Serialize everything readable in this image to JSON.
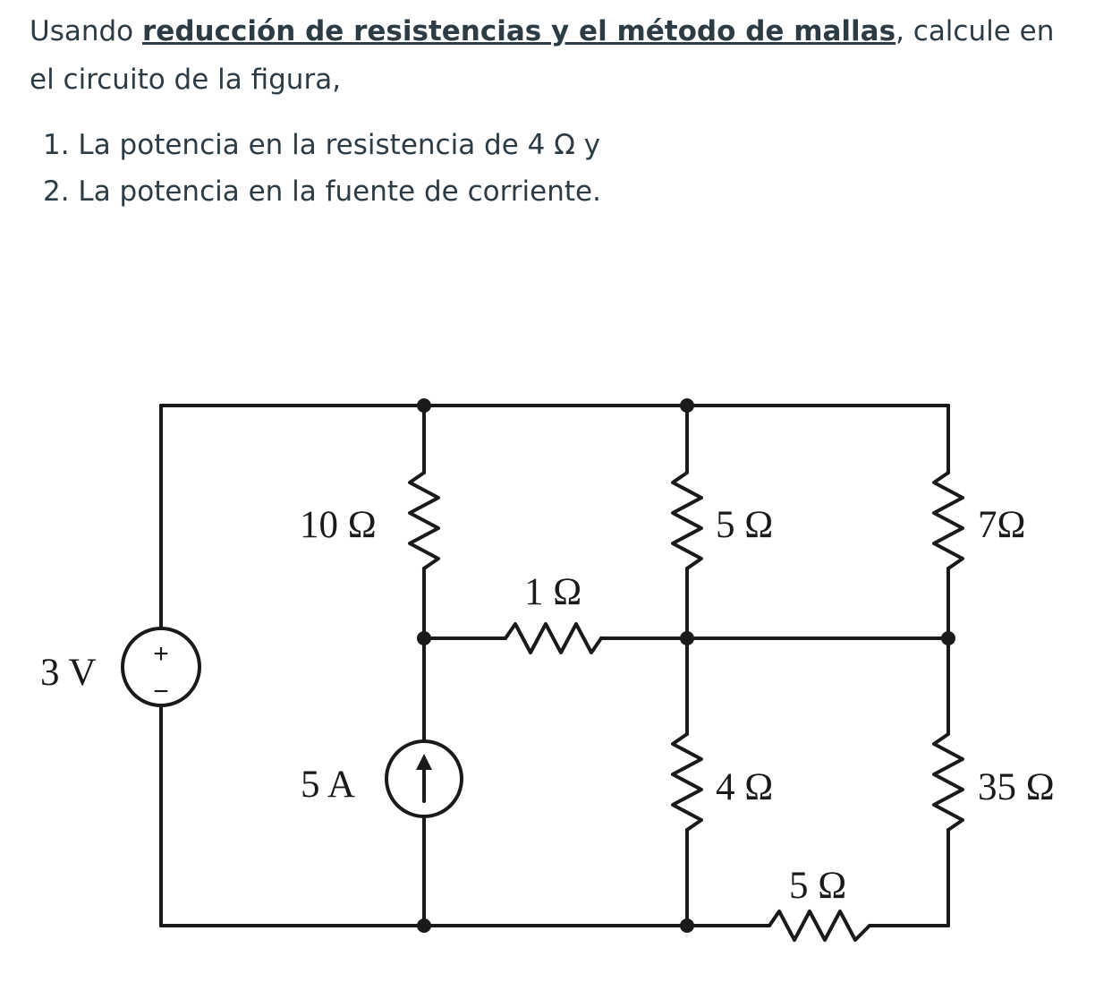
{
  "prompt": {
    "lead": "Usando",
    "emphasis": "reducción de resistencias y el método de mallas",
    "tail": ", calcule en el circuito de la figura,"
  },
  "questions": [
    "1. La potencia en la resistencia de 4 Ω y",
    "2. La potencia en la fuente de corriente."
  ],
  "circuit": {
    "voltage_source": "3 V",
    "current_source": "5 A",
    "r_10": "10 Ω",
    "r_1": "1 Ω",
    "r_5_top": "5 Ω",
    "r_7": "7Ω",
    "r_4": "4 Ω",
    "r_35": "35 Ω",
    "r_5_bottom": "5 Ω",
    "plus_sign": "+",
    "minus_sign": "−"
  }
}
